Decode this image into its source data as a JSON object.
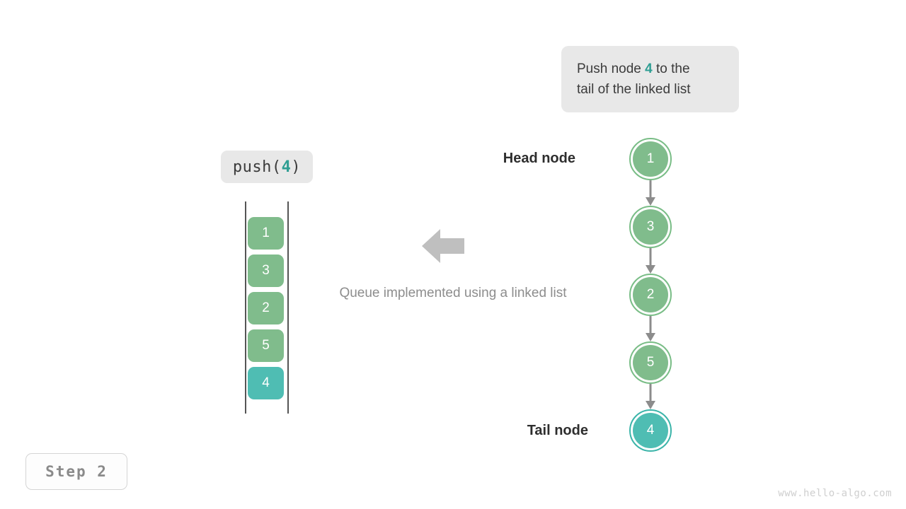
{
  "colors": {
    "green": "#80bc8c",
    "green_ring": "#79bd86",
    "teal": "#4fbdb3",
    "teal_ring": "#3bb4a9",
    "chip_bg": "#e8e8e8",
    "arrow_gray": "#8c8c8c",
    "rail": "#555555",
    "accent_text": "#2e9e93",
    "muted_text": "#8d8d8d"
  },
  "callout": {
    "text_before": "Push node ",
    "accent": "4",
    "text_after": " to the",
    "line2": "tail of the linked list"
  },
  "operation": {
    "label_prefix": "push(",
    "label_value": "4",
    "label_suffix": ")"
  },
  "caption": {
    "text": "Queue implemented using a linked list"
  },
  "queue_view": {
    "title": "array-cells",
    "cells": [
      {
        "value": "1",
        "highlight": false
      },
      {
        "value": "3",
        "highlight": false
      },
      {
        "value": "2",
        "highlight": false
      },
      {
        "value": "5",
        "highlight": false
      },
      {
        "value": "4",
        "highlight": true
      }
    ]
  },
  "linked_list": {
    "head_label": "Head node",
    "tail_label": "Tail node",
    "nodes": [
      {
        "value": "1",
        "highlight": false
      },
      {
        "value": "3",
        "highlight": false
      },
      {
        "value": "2",
        "highlight": false
      },
      {
        "value": "5",
        "highlight": false
      },
      {
        "value": "4",
        "highlight": true
      }
    ]
  },
  "step": {
    "label": "Step 2"
  },
  "watermark": {
    "text": "www.hello-algo.com"
  }
}
